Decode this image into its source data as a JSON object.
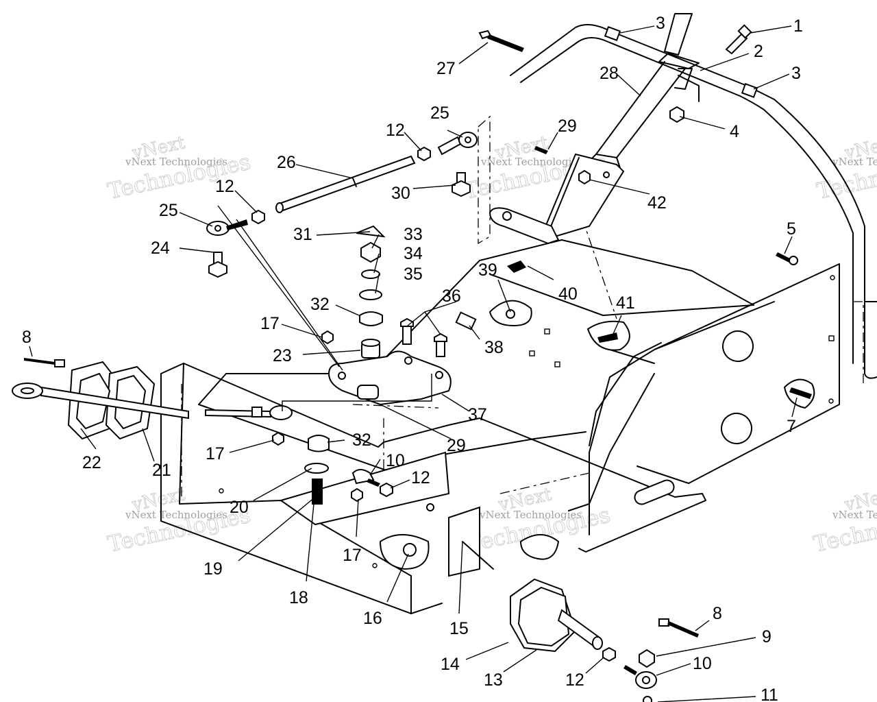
{
  "watermark": {
    "line1": "vNext",
    "line2": "Technologies",
    "small": "vNext Technologies"
  },
  "callouts": [
    {
      "id": "c1",
      "label": "1"
    },
    {
      "id": "c2",
      "label": "2"
    },
    {
      "id": "c3a",
      "label": "3"
    },
    {
      "id": "c3b",
      "label": "3"
    },
    {
      "id": "c4",
      "label": "4"
    },
    {
      "id": "c5",
      "label": "5"
    },
    {
      "id": "c7",
      "label": "7"
    },
    {
      "id": "c8a",
      "label": "8"
    },
    {
      "id": "c8b",
      "label": "8"
    },
    {
      "id": "c9",
      "label": "9"
    },
    {
      "id": "c10a",
      "label": "10"
    },
    {
      "id": "c10b",
      "label": "10"
    },
    {
      "id": "c11",
      "label": "11"
    },
    {
      "id": "c12a",
      "label": "12"
    },
    {
      "id": "c12b",
      "label": "12"
    },
    {
      "id": "c12c",
      "label": "12"
    },
    {
      "id": "c12d",
      "label": "12"
    },
    {
      "id": "c13",
      "label": "13"
    },
    {
      "id": "c14",
      "label": "14"
    },
    {
      "id": "c15",
      "label": "15"
    },
    {
      "id": "c16",
      "label": "16"
    },
    {
      "id": "c17a",
      "label": "17"
    },
    {
      "id": "c17b",
      "label": "17"
    },
    {
      "id": "c17c",
      "label": "17"
    },
    {
      "id": "c18",
      "label": "18"
    },
    {
      "id": "c19",
      "label": "19"
    },
    {
      "id": "c20",
      "label": "20"
    },
    {
      "id": "c21",
      "label": "21"
    },
    {
      "id": "c22",
      "label": "22"
    },
    {
      "id": "c23",
      "label": "23"
    },
    {
      "id": "c24",
      "label": "24"
    },
    {
      "id": "c25a",
      "label": "25"
    },
    {
      "id": "c25b",
      "label": "25"
    },
    {
      "id": "c26",
      "label": "26"
    },
    {
      "id": "c27",
      "label": "27"
    },
    {
      "id": "c28",
      "label": "28"
    },
    {
      "id": "c29a",
      "label": "29"
    },
    {
      "id": "c29b",
      "label": "29"
    },
    {
      "id": "c30",
      "label": "30"
    },
    {
      "id": "c31",
      "label": "31"
    },
    {
      "id": "c32a",
      "label": "32"
    },
    {
      "id": "c32b",
      "label": "32"
    },
    {
      "id": "c33",
      "label": "33"
    },
    {
      "id": "c34",
      "label": "34"
    },
    {
      "id": "c35",
      "label": "35"
    },
    {
      "id": "c36",
      "label": "36"
    },
    {
      "id": "c37",
      "label": "37"
    },
    {
      "id": "c38",
      "label": "38"
    },
    {
      "id": "c39",
      "label": "39"
    },
    {
      "id": "c40",
      "label": "40"
    },
    {
      "id": "c41",
      "label": "41"
    },
    {
      "id": "c42",
      "label": "42"
    }
  ]
}
